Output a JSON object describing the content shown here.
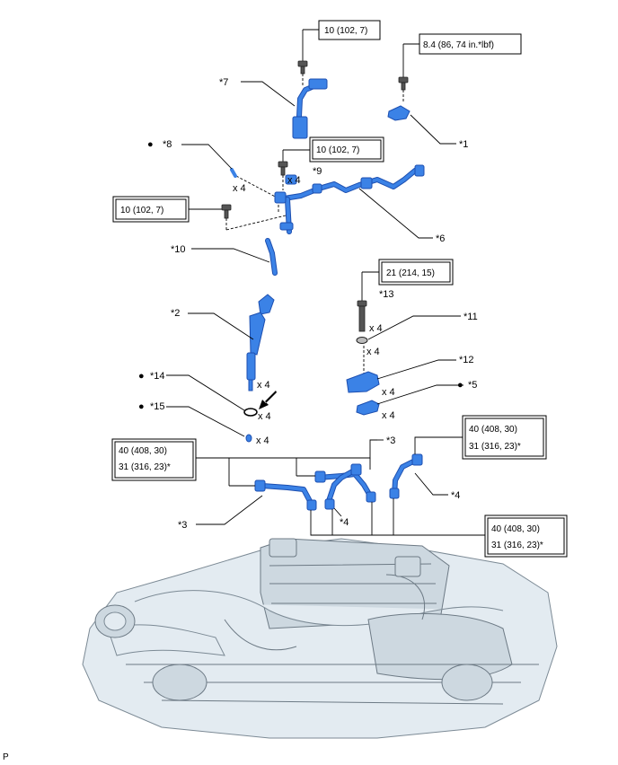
{
  "callouts": {
    "c1": "*1",
    "c2": "*2",
    "c3a": "*3",
    "c3b": "*3",
    "c4a": "*4",
    "c4b": "*4",
    "c5": "*5",
    "c6": "*6",
    "c7": "*7",
    "c8": "*8",
    "c9": "*9",
    "c10": "*10",
    "c11": "*11",
    "c12": "*12",
    "c13": "*13",
    "c14": "*14",
    "c15": "*15"
  },
  "torque": {
    "t_7": "10 (102, 7)",
    "t_1": "8.4 (86, 74 in.*lbf)",
    "t_9": "10 (102, 7)",
    "t_8": "10 (102, 7)",
    "t_13": "21 (214, 15)",
    "t_right_top_1": "40 (408, 30)",
    "t_right_top_2": "31 (316, 23)*",
    "t_left_1": "40 (408, 30)",
    "t_left_2": "31 (316, 23)*",
    "t_right_bot_1": "40 (408, 30)",
    "t_right_bot_2": "31 (316, 23)*"
  },
  "quantities": {
    "q8": "x 4",
    "q9": "x 4",
    "q13": "x 4",
    "q11": "x 4",
    "q2": "x 4",
    "q12": "x 4",
    "q14": "x 4",
    "q5": "x 4",
    "q15": "x 4"
  },
  "bullet": "●",
  "page_mark": "P",
  "colors": {
    "part": "#3b82e6",
    "engine": "#e3ebf1"
  }
}
